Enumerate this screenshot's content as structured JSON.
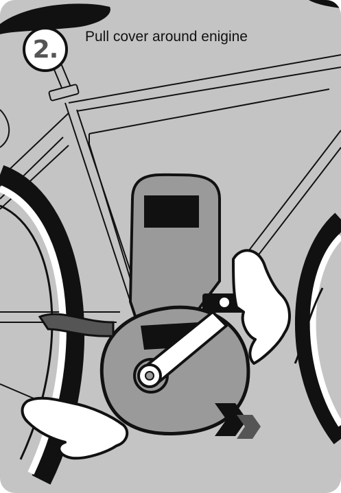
{
  "step": {
    "number": "2.",
    "caption": "Pull cover around enigine"
  },
  "colors": {
    "background": "#c4c4c4",
    "cover": "#9a9a9a",
    "outline": "#111111",
    "badge_fill": "#ffffff",
    "hands": "#ffffff"
  },
  "icons": [
    "bicycle-frame",
    "wheel",
    "motor-cover",
    "crank-arm",
    "pedal",
    "hand",
    "strap",
    "direction-arrows"
  ]
}
